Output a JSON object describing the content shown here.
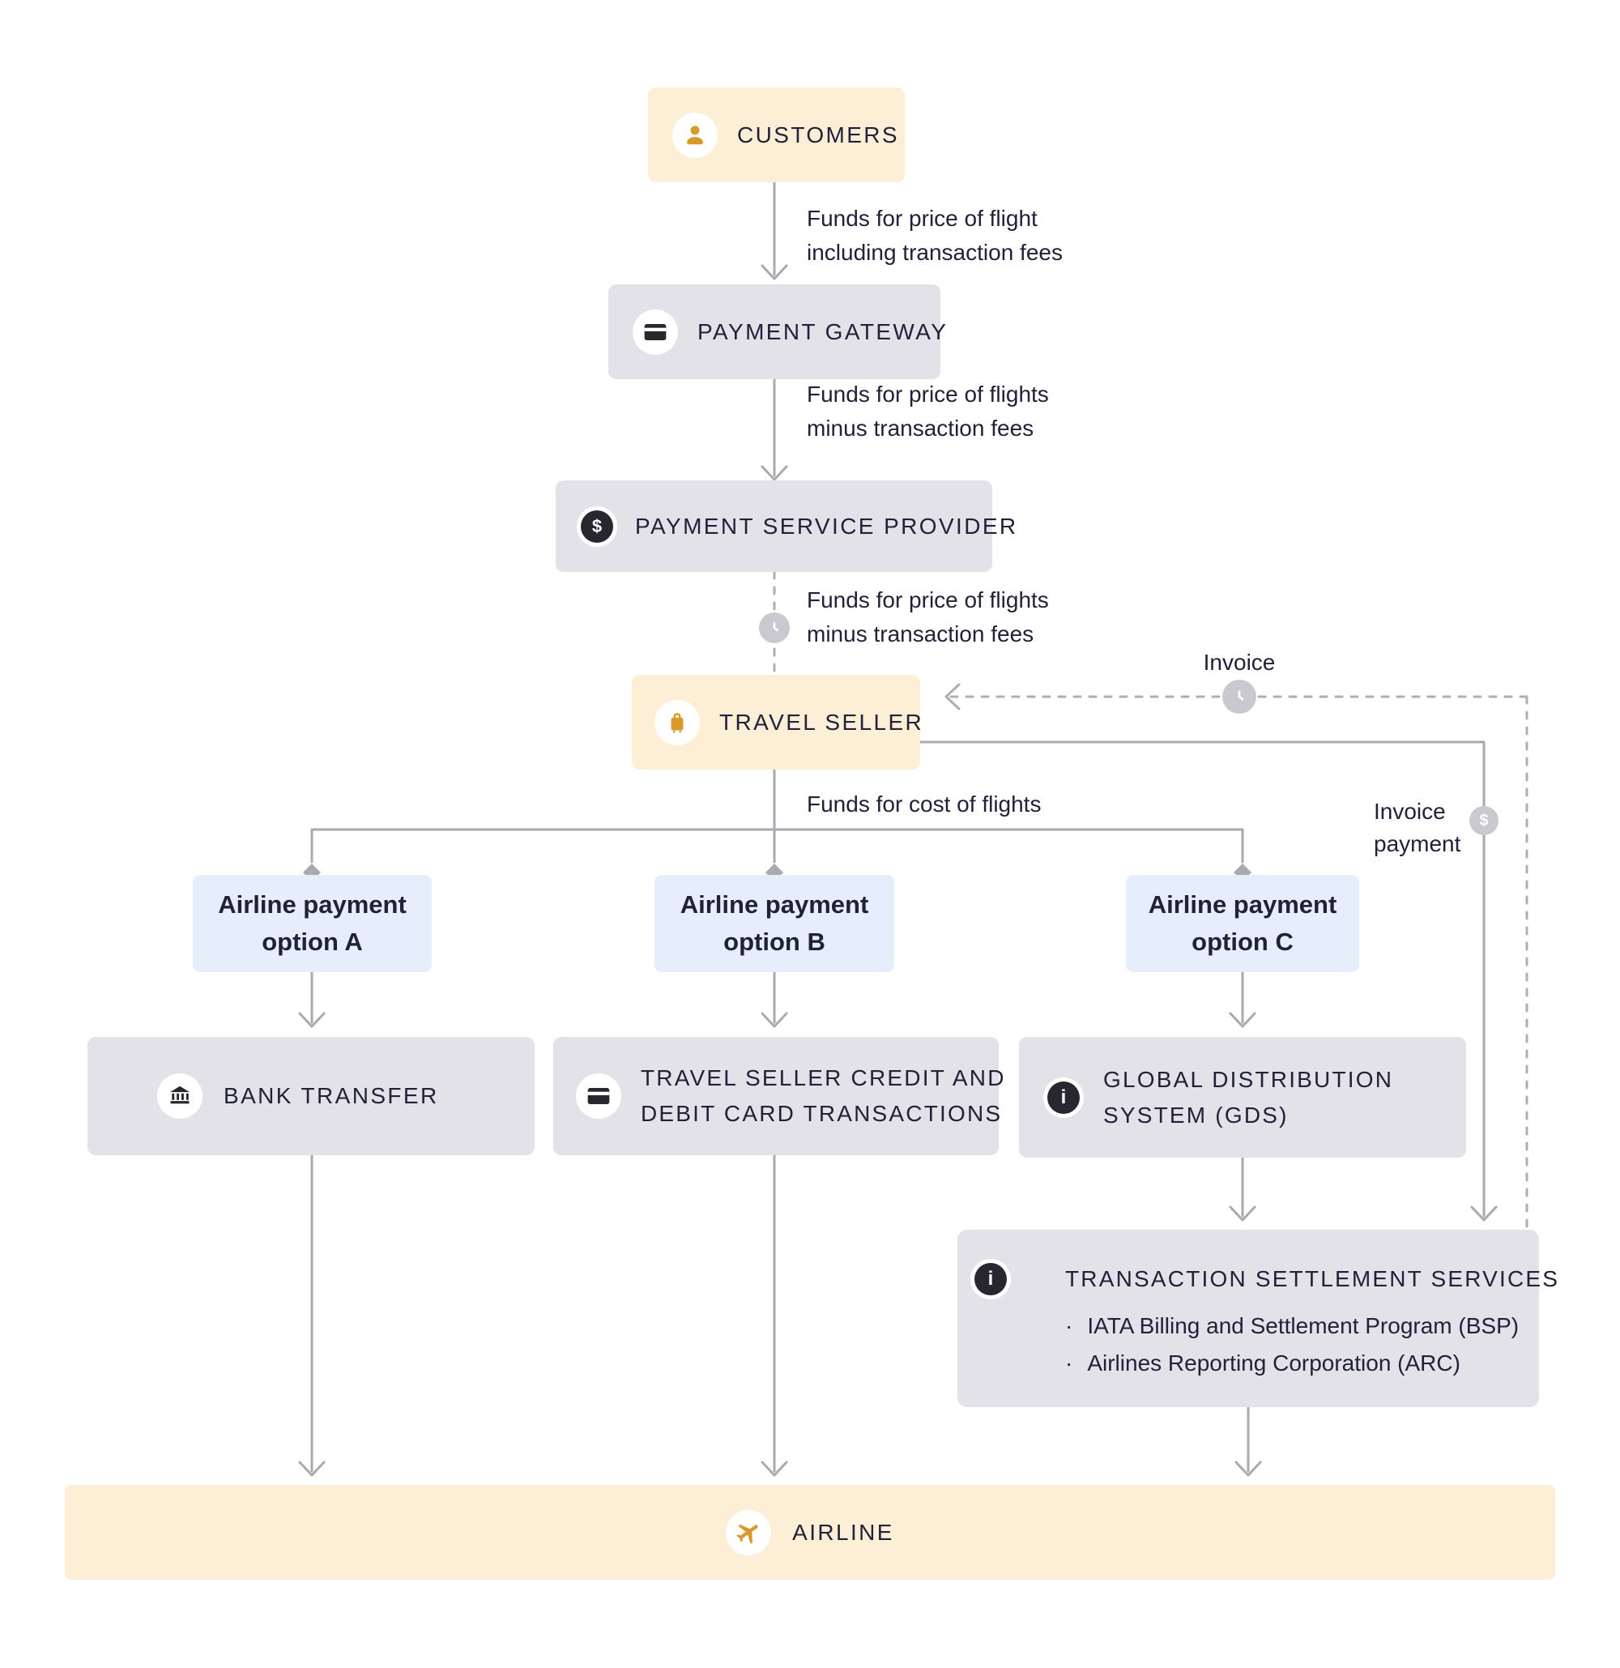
{
  "colors": {
    "cream_box": "#FCEFD6",
    "grey_box": "#E3E2E9",
    "blue_box": "#E6EEFB",
    "navy_text": "#212239",
    "orange_icon": "#D79A2A",
    "dark_icon": "#28272F",
    "line_grey": "#A9A9AF",
    "marker_grey": "#C9C9CF"
  },
  "ui": {
    "bullet_char": "·"
  },
  "icons": {
    "dollar_glyph": "$",
    "info_glyph": "i"
  },
  "nodes": {
    "customers": {
      "label": "CUSTOMERS",
      "icon": "person-icon"
    },
    "payment_gateway": {
      "label": "PAYMENT GATEWAY",
      "icon": "credit-card-icon"
    },
    "payment_service_provider": {
      "label": "PAYMENT SERVICE PROVIDER",
      "icon": "dollar-icon"
    },
    "travel_seller": {
      "label": "TRAVEL SELLER",
      "icon": "luggage-icon"
    },
    "option_a": {
      "lines": [
        "Airline payment",
        "option A"
      ]
    },
    "option_b": {
      "lines": [
        "Airline payment",
        "option B"
      ]
    },
    "option_c": {
      "lines": [
        "Airline payment",
        "option C"
      ]
    },
    "bank_transfer": {
      "label": "BANK TRANSFER",
      "icon": "bank-icon"
    },
    "ts_card": {
      "lines": [
        "TRAVEL SELLER CREDIT AND",
        "DEBIT CARD TRANSACTIONS"
      ],
      "icon": "credit-card-icon"
    },
    "gds": {
      "lines": [
        "GLOBAL DISTRIBUTION",
        "SYSTEM (GDS)"
      ],
      "icon": "info-icon"
    },
    "tss": {
      "title": "TRANSACTION SETTLEMENT SERVICES",
      "icon": "info-icon",
      "bullets": [
        "IATA Billing and Settlement Program (BSP)",
        "Airlines Reporting Corporation (ARC)"
      ]
    },
    "airline": {
      "label": "AIRLINE",
      "icon": "airplane-icon"
    }
  },
  "edge_labels": {
    "customers_to_gateway": {
      "lines": [
        "Funds for price of flight",
        "including transaction fees"
      ]
    },
    "gateway_to_psp": {
      "lines": [
        "Funds for price of flights",
        "minus transaction fees"
      ]
    },
    "psp_to_seller": {
      "lines": [
        "Funds for price of flights",
        "minus transaction fees"
      ]
    },
    "invoice": {
      "label": "Invoice"
    },
    "seller_to_options": {
      "label": "Funds for cost of flights"
    },
    "invoice_payment": {
      "lines": [
        "Invoice",
        "payment"
      ]
    }
  }
}
